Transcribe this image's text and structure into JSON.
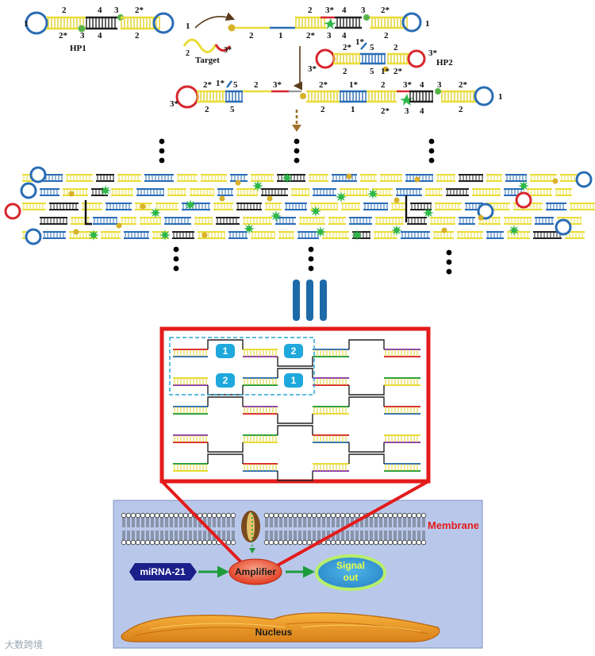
{
  "panel_a": {
    "hp1_label": "HP1",
    "hp2_label": "HP2",
    "target_label": "Target",
    "stem_labels": [
      "1",
      "2",
      "2*",
      "3",
      "3*",
      "4",
      "5",
      "1*"
    ]
  },
  "cell_panel": {
    "membrane_label": "Membrane",
    "mirna_label": "miRNA-21",
    "amplifier_label": "Amplifier",
    "signal_label_line1": "Signal",
    "signal_label_line2": "out",
    "nucleus_label": "Nucleus"
  },
  "lattice": {
    "badges": [
      "1",
      "2",
      "2",
      "1"
    ]
  },
  "watermark": "大数跨境",
  "colors": {
    "red_frame": "#e31b1b",
    "panel_bg": "#b9c8ea",
    "membrane_text": "#e31b1b",
    "dna_yellow": "#e9dd3a",
    "dna_blue": "#2a6cb5",
    "dna_red": "#d7262d",
    "badge_blue": "#1ea8dc",
    "burst_green": "#2fb84a",
    "arrow_green": "#1d9c3a"
  }
}
